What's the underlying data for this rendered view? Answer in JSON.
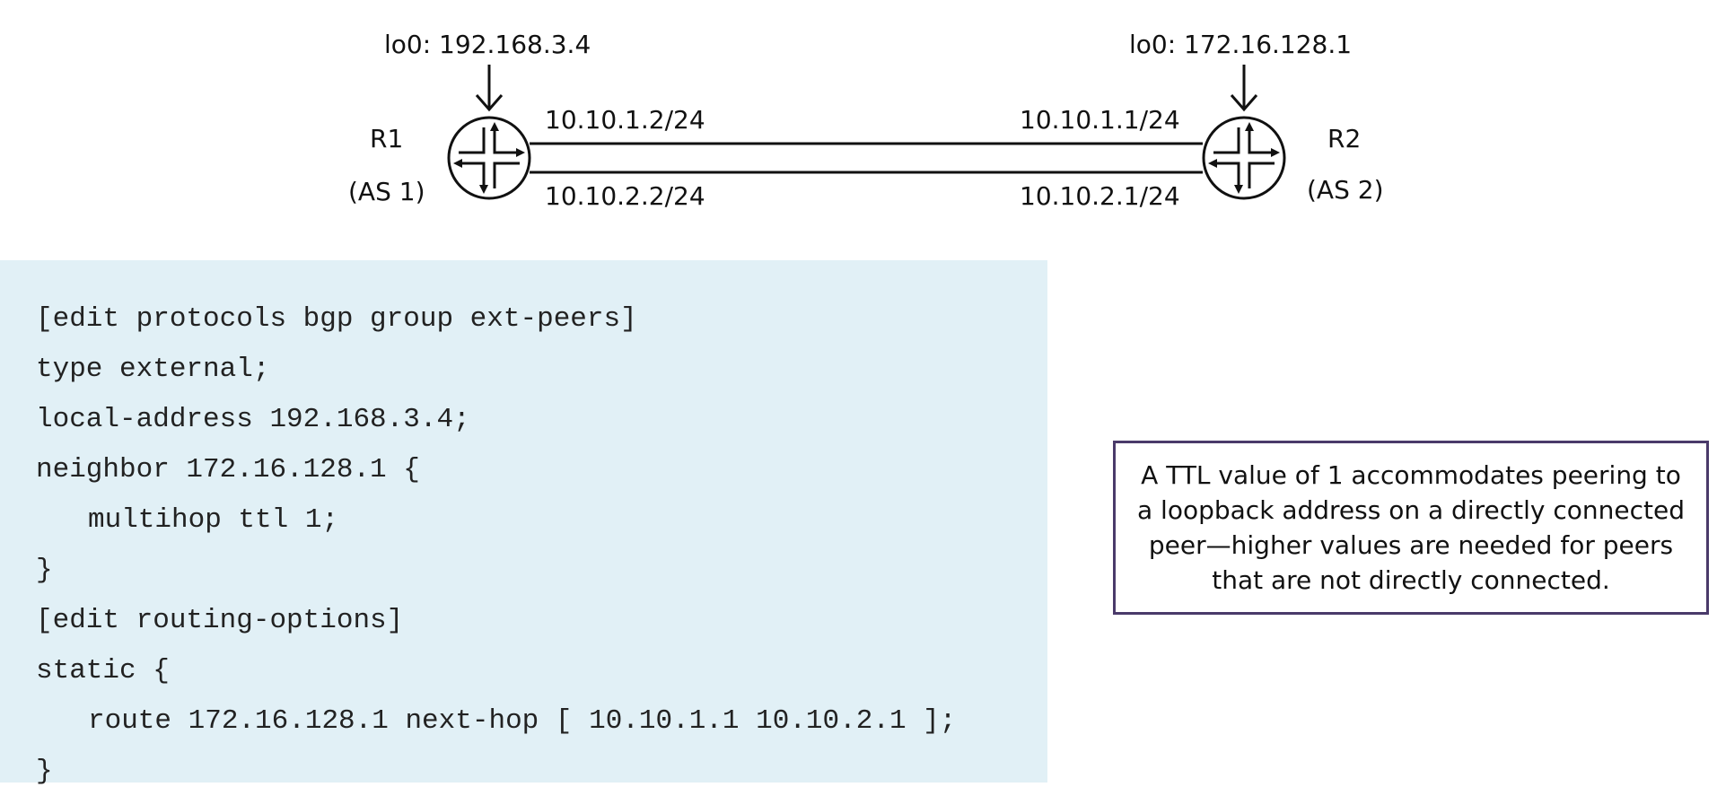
{
  "diagram": {
    "r1": {
      "loopback": "lo0: 192.168.3.4",
      "name": "R1",
      "as": "(AS 1)"
    },
    "r2": {
      "loopback": "lo0: 172.16.128.1",
      "name": "R2",
      "as": "(AS 2)"
    },
    "links": [
      {
        "r1_addr": "10.10.1.2/24",
        "r2_addr": "10.10.1.1/24"
      },
      {
        "r1_addr": "10.10.2.2/24",
        "r2_addr": "10.10.2.1/24"
      }
    ]
  },
  "config": {
    "lines": [
      "[edit protocols bgp group ext-peers]",
      "type external;",
      "local-address 192.168.3.4;",
      "neighbor 172.16.128.1 {",
      "multihop ttl 1;",
      "}",
      "[edit routing-options]",
      "static {",
      "route 172.16.128.1 next-hop [ 10.10.1.1 10.10.2.1 ];",
      "}"
    ]
  },
  "note": {
    "text": "A TTL value of 1 accommodates peering to a loopback address on a directly connected peer—higher values are needed for peers that are not directly connected."
  }
}
